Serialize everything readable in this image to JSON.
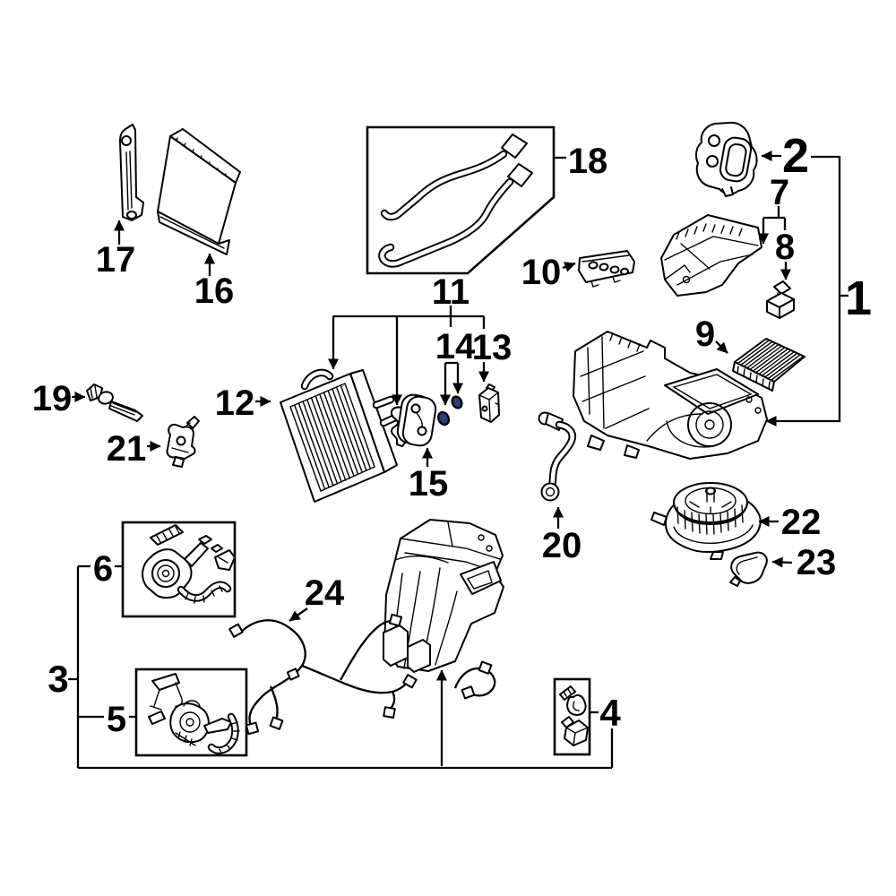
{
  "figure": {
    "kind": "exploded-parts-diagram",
    "background": "#ffffff",
    "line_color": "#000000",
    "oring_color": "#2e3f78"
  },
  "callouts": {
    "c1": "1",
    "c2": "2",
    "c3": "3",
    "c4": "4",
    "c5": "5",
    "c6": "6",
    "c7": "7",
    "c8": "8",
    "c9": "9",
    "c10": "10",
    "c11": "11",
    "c12": "12",
    "c13": "13",
    "c14": "14",
    "c15": "15",
    "c16": "16",
    "c17": "17",
    "c18": "18",
    "c19": "19",
    "c20": "20",
    "c21": "21",
    "c22": "22",
    "c23": "23",
    "c24": "24"
  }
}
